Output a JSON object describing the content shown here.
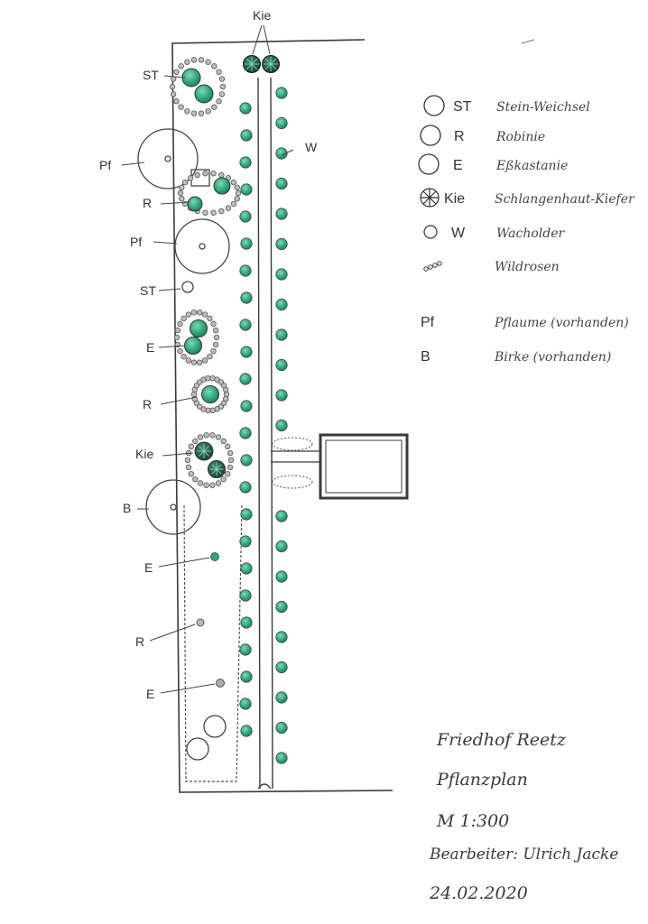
{
  "labels": {
    "top_kie": "Kie",
    "st1": "ST",
    "pf1": "Pf",
    "r1": "R",
    "pf2": "Pf",
    "st2": "ST",
    "e1": "E",
    "r2": "R",
    "kie2": "Kie",
    "b": "B",
    "e2": "E",
    "r3": "R",
    "e3": "E",
    "w": "W"
  },
  "legend": [
    {
      "symbol": "circle-icon",
      "abbr": "ST",
      "text": "Stein-Weichsel"
    },
    {
      "symbol": "circle-icon",
      "abbr": "R",
      "text": "Robinie"
    },
    {
      "symbol": "circle-icon",
      "abbr": "E",
      "text": "Eßkastanie"
    },
    {
      "symbol": "pine-star-icon",
      "abbr": "Kie",
      "text": "Schlangenhaut-Kiefer"
    },
    {
      "symbol": "small-circle-icon",
      "abbr": "W",
      "text": "Wacholder"
    },
    {
      "symbol": "wildrose-icon",
      "abbr": "",
      "text": "Wildrosen"
    }
  ],
  "legend_existing": [
    {
      "abbr": "Pf",
      "text": "Pflaume (vorhanden)"
    },
    {
      "abbr": "B",
      "text": "Birke (vorhanden)"
    }
  ],
  "title_block": {
    "place": "Friedhof Reetz",
    "plan": "Pflanzplan",
    "scale": "M 1:300",
    "author": "Bearbeiter: Ulrich Jacke",
    "date": "24.02.2020"
  },
  "colors": {
    "tree_fill": "#2fa57e",
    "tree_light": "#58c49c",
    "pine_fill": "#1e5a45",
    "ink": "#3a3a3a",
    "paper": "#ffffff"
  }
}
